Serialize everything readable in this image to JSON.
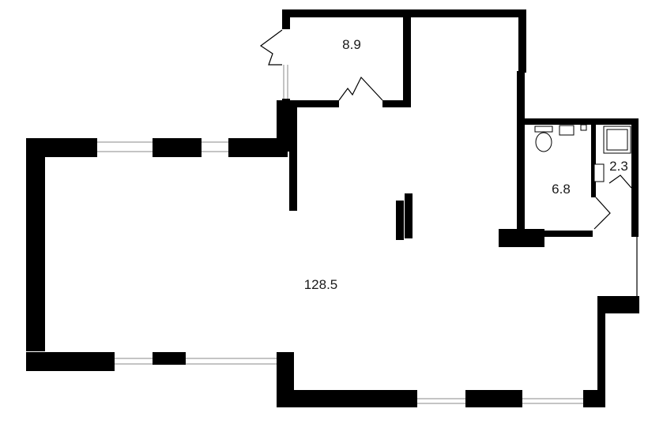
{
  "plan": {
    "rooms": [
      {
        "id": "main-room",
        "area": "128.5"
      },
      {
        "id": "storage-room",
        "area": "8.9"
      },
      {
        "id": "wc-room",
        "area": "6.8"
      },
      {
        "id": "shower-room",
        "area": "2.3"
      }
    ],
    "colors": {
      "wall": "#000000",
      "background": "#ffffff",
      "window": "#8a8a8a"
    }
  }
}
